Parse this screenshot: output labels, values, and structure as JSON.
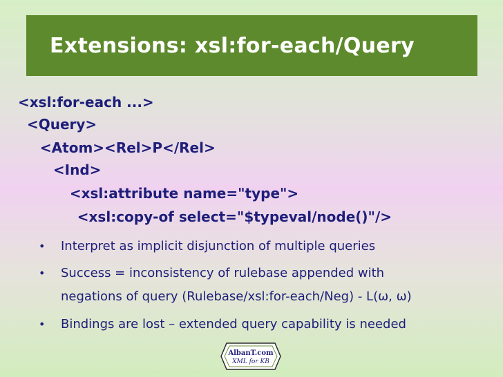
{
  "slide": {
    "title": "Extensions: xsl:for-each/Query",
    "code_lines": [
      "<xsl:for-each ...>",
      " <Query>",
      "  <Atom><Rel>P</Rel>",
      "   <Ind>",
      "     <xsl:attribute name=\"type\">",
      "      <xsl:copy-of select=\"$typeval/node()\"/>"
    ],
    "bullets": [
      {
        "line1": "Interpret as implicit disjunction of multiple queries"
      },
      {
        "line1": "Success = inconsistency of rulebase appended with",
        "line2": "negations of query (Rulebase/xsl:for-each/Neg) - L(ω, ω)"
      },
      {
        "line1": "Bindings are lost – extended query capability is needed"
      }
    ],
    "bullet_symbol": "•"
  },
  "logo": {
    "line1": "AlbanT.com",
    "line2": "XML for KB"
  },
  "colors": {
    "title_bg": "#5d8a2c",
    "title_text": "#ffffff",
    "body_text": "#1e1e7a"
  }
}
